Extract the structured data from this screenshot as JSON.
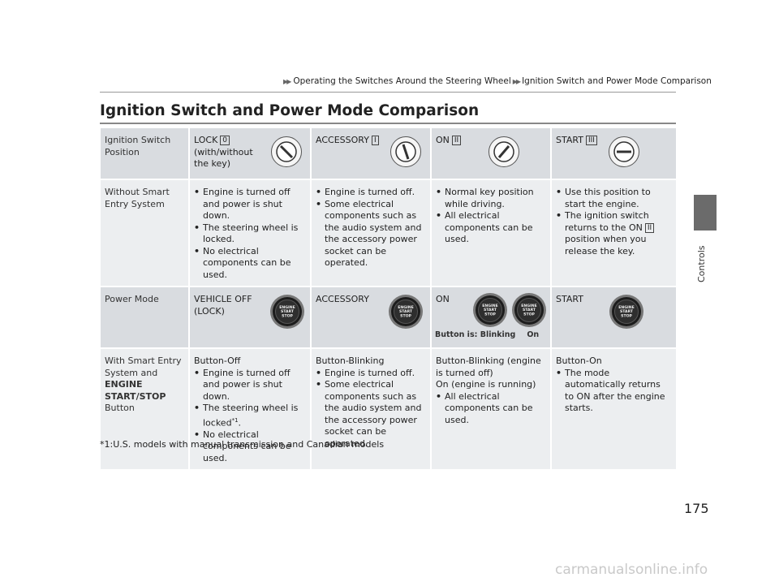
{
  "header": {
    "breadcrumb_1": "Operating the Switches Around the Steering Wheel",
    "breadcrumb_2": "Ignition Switch and Power Mode Comparison"
  },
  "title": "Ignition Switch and Power Mode Comparison",
  "side_tab": "Controls",
  "table": {
    "row1": {
      "label": "Ignition Switch Position",
      "lock": "LOCK",
      "lock_pos": "0",
      "lock_note": "(with/without the key)",
      "accessory": "ACCESSORY",
      "accessory_pos": "I",
      "on": "ON",
      "on_pos": "II",
      "start": "START",
      "start_pos": "III"
    },
    "row2": {
      "label": "Without Smart Entry System",
      "lock_items": [
        "Engine is turned off and power is shut down.",
        "The steering wheel is locked.",
        "No electrical components can be used."
      ],
      "accessory_items": [
        "Engine is turned off.",
        "Some electrical components such as the audio system and the accessory power socket can be operated."
      ],
      "on_items": [
        "Normal key position while driving.",
        "All electrical components can be used."
      ],
      "start_items": [
        "Use this position to start the engine."
      ],
      "start_item2_a": "The ignition switch returns to the ON",
      "start_item2_pos": "II",
      "start_item2_b": "position when you release the key."
    },
    "row3": {
      "label": "Power Mode",
      "off": "VEHICLE OFF (LOCK)",
      "accessory": "ACCESSORY",
      "on": "ON",
      "start": "START",
      "button_text": "ENGINE START STOP",
      "on_caption_blink": "Button is: Blinking",
      "on_caption_on": "On"
    },
    "row4": {
      "label_a": "With Smart Entry System and ",
      "label_b": "ENGINE START/STOP",
      "label_c": "Button",
      "off_head": "Button-Off",
      "off_item1": "Engine is turned off and power is shut down.",
      "off_item2": "The steering wheel is locked",
      "off_item2_sup": "*1",
      "off_item2_end": ".",
      "off_item3": "No electrical components can be used.",
      "acc_head": "Button-Blinking",
      "acc_items": [
        "Engine is turned off.",
        "Some electrical components such as the audio system and the accessory power socket can be operated."
      ],
      "on_head": "Button-Blinking (engine is turned off)",
      "on_sub": "On (engine is running)",
      "on_items": [
        "All electrical components can be used."
      ],
      "start_head": "Button-On",
      "start_items": [
        "The mode automatically returns to ON after the engine starts."
      ]
    }
  },
  "footnote": "*1:U.S. models with manual transmission and Canadian models",
  "page_number": "175",
  "watermark": "carmanualsonline.info"
}
